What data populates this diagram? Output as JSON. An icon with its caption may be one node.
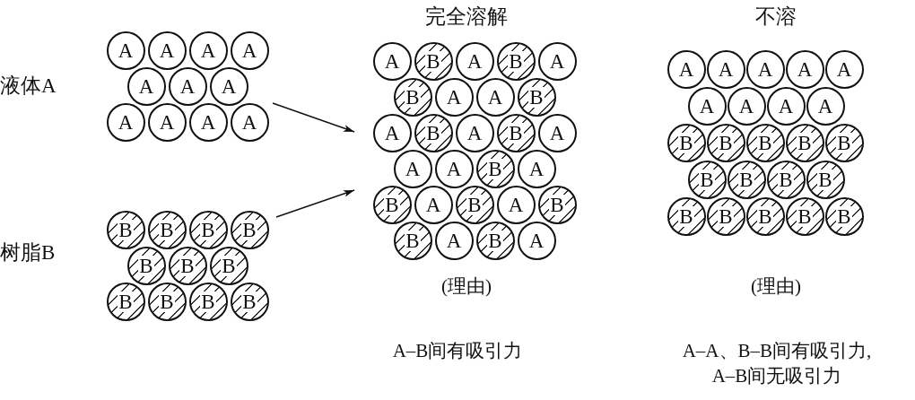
{
  "diagram": {
    "nodes": [
      {
        "text": [
          "液体A"
        ]
      },
      {
        "text": [
          "A"
        ],
        "in": 0
      },
      {
        "text": [
          "A"
        ],
        "in": 0
      },
      {
        "text": [
          "A"
        ],
        "in": 0
      },
      {
        "text": [
          "A"
        ],
        "in": 0
      },
      {
        "text": [
          "A"
        ],
        "in": 0
      },
      {
        "text": [
          "A"
        ],
        "in": 0
      },
      {
        "text": [
          "A"
        ],
        "in": 0
      },
      {
        "text": [
          "A"
        ],
        "in": 0
      },
      {
        "text": [
          "A"
        ],
        "in": 0
      },
      {
        "text": [
          "A"
        ],
        "in": 0
      },
      {
        "text": [
          "A"
        ],
        "in": 0
      },
      {
        "text": [
          "树脂B"
        ]
      },
      {
        "text": [
          "B"
        ],
        "in": 12
      },
      {
        "text": [
          "B"
        ],
        "in": 12
      },
      {
        "text": [
          "B"
        ],
        "in": 12
      },
      {
        "text": [
          "B"
        ],
        "in": 12
      },
      {
        "text": [
          "B"
        ],
        "in": 12
      },
      {
        "text": [
          "B"
        ],
        "in": 12
      },
      {
        "text": [
          "B"
        ],
        "in": 12
      },
      {
        "text": [
          "B"
        ],
        "in": 12
      },
      {
        "text": [
          "B"
        ],
        "in": 12
      },
      {
        "text": [
          "B"
        ],
        "in": 12
      },
      {
        "text": [
          "B"
        ],
        "in": 12
      },
      {
        "text": [
          "完全溶解"
        ],
        "beside": [
          "(理由)",
          "A–B间有吸引力"
        ]
      },
      {
        "text": [
          "A"
        ],
        "in": 24
      },
      {
        "text": [
          "B"
        ],
        "in": 24
      },
      {
        "text": [
          "A"
        ],
        "in": 24
      },
      {
        "text": [
          "B"
        ],
        "in": 24
      },
      {
        "text": [
          "A"
        ],
        "in": 24
      },
      {
        "text": [
          "B"
        ],
        "in": 24
      },
      {
        "text": [
          "A"
        ],
        "in": 24
      },
      {
        "text": [
          "A"
        ],
        "in": 24
      },
      {
        "text": [
          "B"
        ],
        "in": 24
      },
      {
        "text": [
          "A"
        ],
        "in": 24
      },
      {
        "text": [
          "B"
        ],
        "in": 24
      },
      {
        "text": [
          "A"
        ],
        "in": 24
      },
      {
        "text": [
          "B"
        ],
        "in": 24
      },
      {
        "text": [
          "A"
        ],
        "in": 24
      },
      {
        "text": [
          "A"
        ],
        "in": 24
      },
      {
        "text": [
          "A"
        ],
        "in": 24
      },
      {
        "text": [
          "B"
        ],
        "in": 24
      },
      {
        "text": [
          "A"
        ],
        "in": 24
      },
      {
        "text": [
          "B"
        ],
        "in": 24
      },
      {
        "text": [
          "A"
        ],
        "in": 24
      },
      {
        "text": [
          "B"
        ],
        "in": 24
      },
      {
        "text": [
          "A"
        ],
        "in": 24
      },
      {
        "text": [
          "B"
        ],
        "in": 24
      },
      {
        "text": [
          "B"
        ],
        "in": 24
      },
      {
        "text": [
          "A"
        ],
        "in": 24
      },
      {
        "text": [
          "B"
        ],
        "in": 24
      },
      {
        "text": [
          "A"
        ],
        "in": 24
      },
      {
        "text": [
          "不溶"
        ],
        "beside": [
          "(理由)",
          "A–A、B–B间有吸引力, A–B间无吸引力"
        ]
      },
      {
        "text": [
          "A"
        ],
        "in": 52
      },
      {
        "text": [
          "A"
        ],
        "in": 52
      },
      {
        "text": [
          "A"
        ],
        "in": 52
      },
      {
        "text": [
          "A"
        ],
        "in": 52
      },
      {
        "text": [
          "A"
        ],
        "in": 52
      },
      {
        "text": [
          "A"
        ],
        "in": 52
      },
      {
        "text": [
          "A"
        ],
        "in": 52
      },
      {
        "text": [
          "A"
        ],
        "in": 52
      },
      {
        "text": [
          "A"
        ],
        "in": 52
      },
      {
        "text": [
          "B"
        ],
        "in": 52
      },
      {
        "text": [
          "B"
        ],
        "in": 52
      },
      {
        "text": [
          "B"
        ],
        "in": 52
      },
      {
        "text": [
          "B"
        ],
        "in": 52
      },
      {
        "text": [
          "B"
        ],
        "in": 52
      },
      {
        "text": [
          "B"
        ],
        "in": 52
      },
      {
        "text": [
          "B"
        ],
        "in": 52
      },
      {
        "text": [
          "B"
        ],
        "in": 52
      },
      {
        "text": [
          "B"
        ],
        "in": 52
      },
      {
        "text": [
          "B"
        ],
        "in": 52
      },
      {
        "text": [
          "B"
        ],
        "in": 52
      },
      {
        "text": [
          "B"
        ],
        "in": 52
      },
      {
        "text": [
          "B"
        ],
        "in": 52
      },
      {
        "text": [
          "B"
        ],
        "in": 52
      }
    ],
    "edges": [
      {
        "from": 0,
        "to": 24,
        "arrow": "to"
      },
      {
        "from": 12,
        "to": 24,
        "arrow": "to"
      }
    ]
  }
}
